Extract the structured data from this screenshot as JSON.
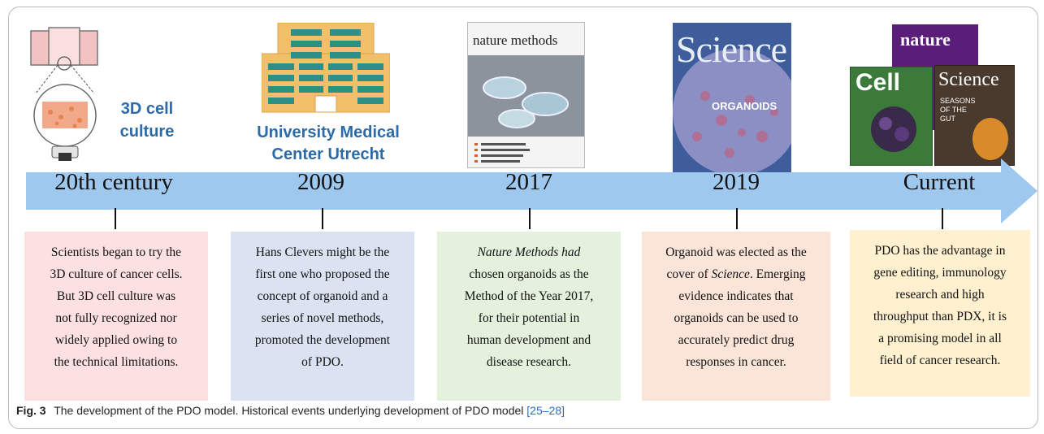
{
  "timeline": [
    {
      "year": "20th century",
      "color": "#fde1e2",
      "lines": [
        "Scientists began to try the",
        "3D culture of cancer cells.",
        "But 3D cell culture was",
        "not fully recognized nor",
        "widely applied owing to",
        "the technical limitations."
      ]
    },
    {
      "year": "2009",
      "color": "#dbe3f3",
      "lines": [
        "Hans Clevers might be the",
        "first one who proposed the",
        "concept of organoid and a",
        "series of novel methods,",
        "promoted the development",
        "of PDO."
      ]
    },
    {
      "year": "2017",
      "color": "#e4f1dc",
      "lines": [
        "Nature Methods had",
        "chosen organoids as the",
        "Method of the Year 2017,",
        "for their potential in",
        "human development and",
        "disease research."
      ]
    },
    {
      "year": "2019",
      "color": "#fbe4d8",
      "lines": [
        "Organoid was elected as the",
        "cover of Science. Emerging",
        "evidence indicates that",
        "organoids can be used to",
        "accurately predict drug",
        "responses in cancer."
      ]
    },
    {
      "year": "Current",
      "color": "#fff1cf",
      "lines": [
        "PDO has the advantage in",
        "gene editing, immunology",
        "research and high",
        "throughput than PDX, it is",
        "a promising model in all",
        "field of cancer research."
      ]
    }
  ],
  "illustrations": {
    "culture_label_line1": "3D cell",
    "culture_label_line2": "culture",
    "umc_label_line1": "University Medical",
    "umc_label_line2": "Center Utrecht",
    "nature_methods_logo": "nature methods",
    "science_logo": "Science",
    "organoids_text": "ORGANOIDS",
    "nature_logo": "nature",
    "cell_logo": "Cell",
    "science_logo_small": "Science",
    "seasons_text": "SEASONS OF THE GUT"
  },
  "caption": {
    "fig_label": "Fig. 3",
    "text": "The development of the PDO model. Historical events underlying development of PDO model",
    "refs": "[25–28]"
  },
  "colors": {
    "arrow": "#9ec8ee",
    "umc_blue": "#2c6aa8",
    "building": "#f2c06a",
    "windows": "#2e8f86"
  }
}
